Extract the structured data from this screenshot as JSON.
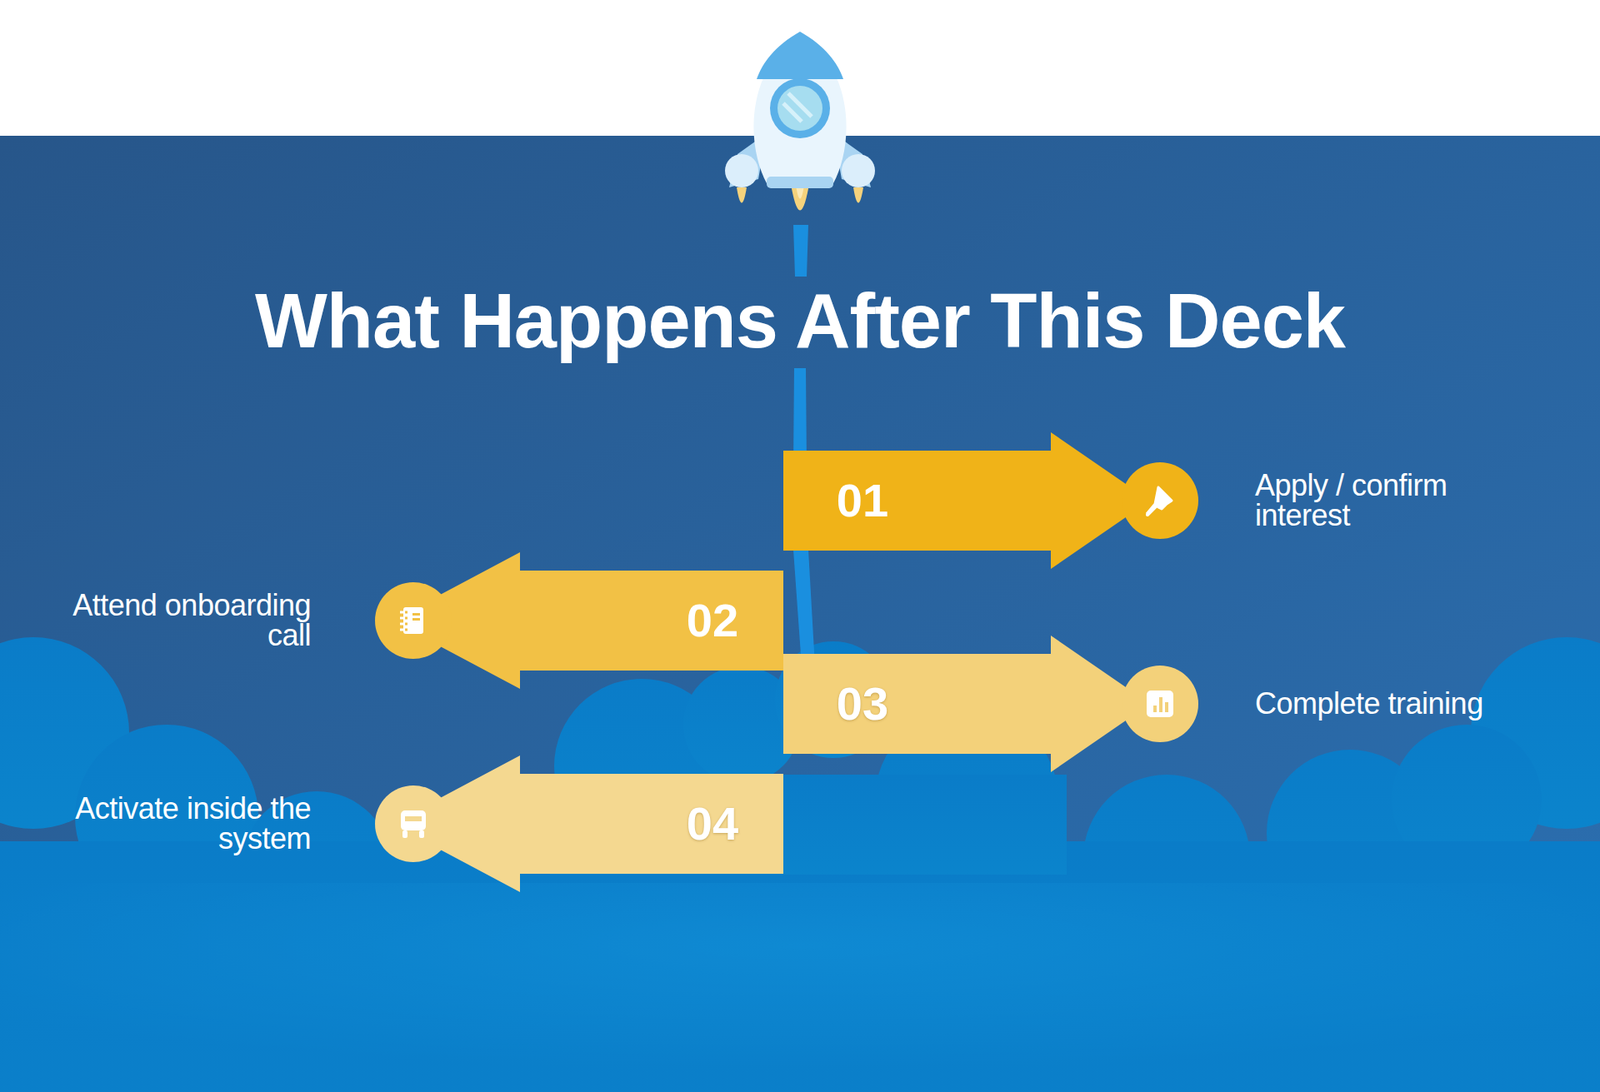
{
  "diagram": {
    "title": "What Happens After This Deck",
    "nodes": [
      {
        "text": [
          "01",
          "Apply / confirm interest"
        ]
      },
      {
        "text": [
          "02",
          "Attend onboarding call"
        ]
      },
      {
        "text": [
          "03",
          "Complete training"
        ]
      },
      {
        "text": [
          "04",
          "Activate inside the system"
        ]
      }
    ]
  }
}
